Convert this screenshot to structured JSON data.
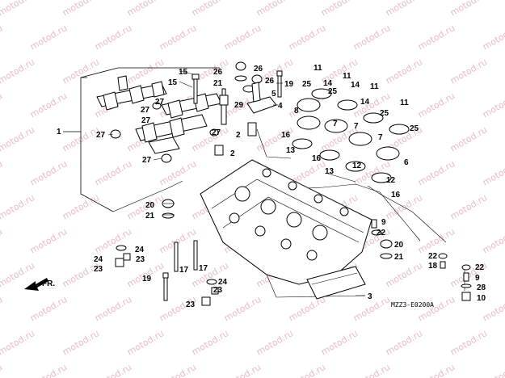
{
  "diagram": {
    "watermark_text": "motod.ru",
    "front_label": "FR.",
    "drawing_code": "MZZ3-E0200A",
    "callouts": [
      {
        "id": "c1",
        "text": "1"
      },
      {
        "id": "c15a",
        "text": "15"
      },
      {
        "id": "c15b",
        "text": "15"
      },
      {
        "id": "c27a",
        "text": "27"
      },
      {
        "id": "c27b",
        "text": "27"
      },
      {
        "id": "c27c",
        "text": "27"
      },
      {
        "id": "c27d",
        "text": "27"
      },
      {
        "id": "c27e",
        "text": "27"
      },
      {
        "id": "c27f",
        "text": "27"
      },
      {
        "id": "c26a",
        "text": "26"
      },
      {
        "id": "c26b",
        "text": "26"
      },
      {
        "id": "c26c",
        "text": "26"
      },
      {
        "id": "c21a",
        "text": "21"
      },
      {
        "id": "c19a",
        "text": "19"
      },
      {
        "id": "c5",
        "text": "5"
      },
      {
        "id": "c29",
        "text": "29"
      },
      {
        "id": "c4",
        "text": "4"
      },
      {
        "id": "c2a",
        "text": "2"
      },
      {
        "id": "c2b",
        "text": "2"
      },
      {
        "id": "c11a",
        "text": "11"
      },
      {
        "id": "c11b",
        "text": "11"
      },
      {
        "id": "c11c",
        "text": "11"
      },
      {
        "id": "c11d",
        "text": "11"
      },
      {
        "id": "c14a",
        "text": "14"
      },
      {
        "id": "c14b",
        "text": "14"
      },
      {
        "id": "c14c",
        "text": "14"
      },
      {
        "id": "c25a",
        "text": "25"
      },
      {
        "id": "c25b",
        "text": "25"
      },
      {
        "id": "c25c",
        "text": "25"
      },
      {
        "id": "c25d",
        "text": "25"
      },
      {
        "id": "c8",
        "text": "8"
      },
      {
        "id": "c7a",
        "text": "7"
      },
      {
        "id": "c7b",
        "text": "7"
      },
      {
        "id": "c7c",
        "text": "7"
      },
      {
        "id": "c6",
        "text": "6"
      },
      {
        "id": "c16a",
        "text": "16"
      },
      {
        "id": "c16b",
        "text": "16"
      },
      {
        "id": "c16c",
        "text": "16"
      },
      {
        "id": "c13a",
        "text": "13"
      },
      {
        "id": "c13b",
        "text": "13"
      },
      {
        "id": "c12a",
        "text": "12"
      },
      {
        "id": "c12b",
        "text": "12"
      },
      {
        "id": "c20a",
        "text": "20"
      },
      {
        "id": "c21b",
        "text": "21"
      },
      {
        "id": "c9a",
        "text": "9"
      },
      {
        "id": "c22a",
        "text": "22"
      },
      {
        "id": "c20b",
        "text": "20"
      },
      {
        "id": "c21c",
        "text": "21"
      },
      {
        "id": "c24a",
        "text": "24"
      },
      {
        "id": "c24b",
        "text": "24"
      },
      {
        "id": "c24c",
        "text": "24"
      },
      {
        "id": "c23a",
        "text": "23"
      },
      {
        "id": "c23b",
        "text": "23"
      },
      {
        "id": "c23c",
        "text": "23"
      },
      {
        "id": "c23d",
        "text": "23"
      },
      {
        "id": "c17a",
        "text": "17"
      },
      {
        "id": "c17b",
        "text": "17"
      },
      {
        "id": "c19b",
        "text": "19"
      },
      {
        "id": "c3",
        "text": "3"
      },
      {
        "id": "c22b",
        "text": "22"
      },
      {
        "id": "c18",
        "text": "18"
      },
      {
        "id": "c22c",
        "text": "22"
      },
      {
        "id": "c9b",
        "text": "9"
      },
      {
        "id": "c28",
        "text": "28"
      },
      {
        "id": "c10",
        "text": "10"
      }
    ]
  }
}
